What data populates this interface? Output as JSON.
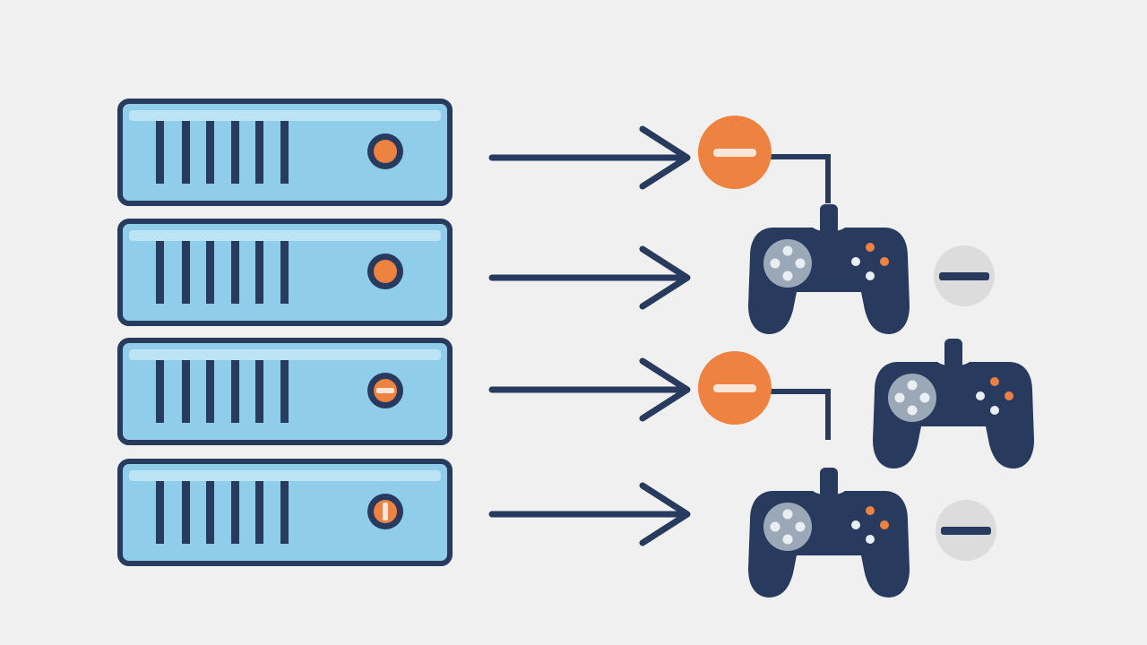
{
  "colors": {
    "background": "#f0f0f1",
    "navy": "#283a5e",
    "server_fill": "#8fcdea",
    "server_highlight": "#c6e8f7",
    "orange": "#ee8241",
    "minus_gray": "#dcdcdc",
    "pad_gray": "#9aa8b8",
    "pad_white": "#e9eef3"
  },
  "servers": [
    {
      "label": "",
      "led_icon": "status-dot-icon"
    },
    {
      "label": "",
      "led_icon": "status-dot-icon"
    },
    {
      "label": "",
      "led_icon": "status-dot-icon"
    },
    {
      "label": "",
      "led_icon": "status-dot-icon"
    }
  ],
  "connections": [
    {
      "from": "server-1",
      "status": "blocked",
      "icon": "orange-minus-icon"
    },
    {
      "from": "server-2",
      "status": "connected",
      "icon": "arrow-right-icon"
    },
    {
      "from": "server-3",
      "status": "blocked",
      "icon": "orange-minus-icon"
    },
    {
      "from": "server-4",
      "status": "connected",
      "icon": "arrow-right-icon"
    }
  ],
  "controllers": [
    {
      "icon": "gamepad-icon",
      "badge": "gray-minus-icon"
    },
    {
      "icon": "gamepad-icon",
      "badge": ""
    },
    {
      "icon": "gamepad-icon",
      "badge": "gray-minus-icon"
    }
  ]
}
